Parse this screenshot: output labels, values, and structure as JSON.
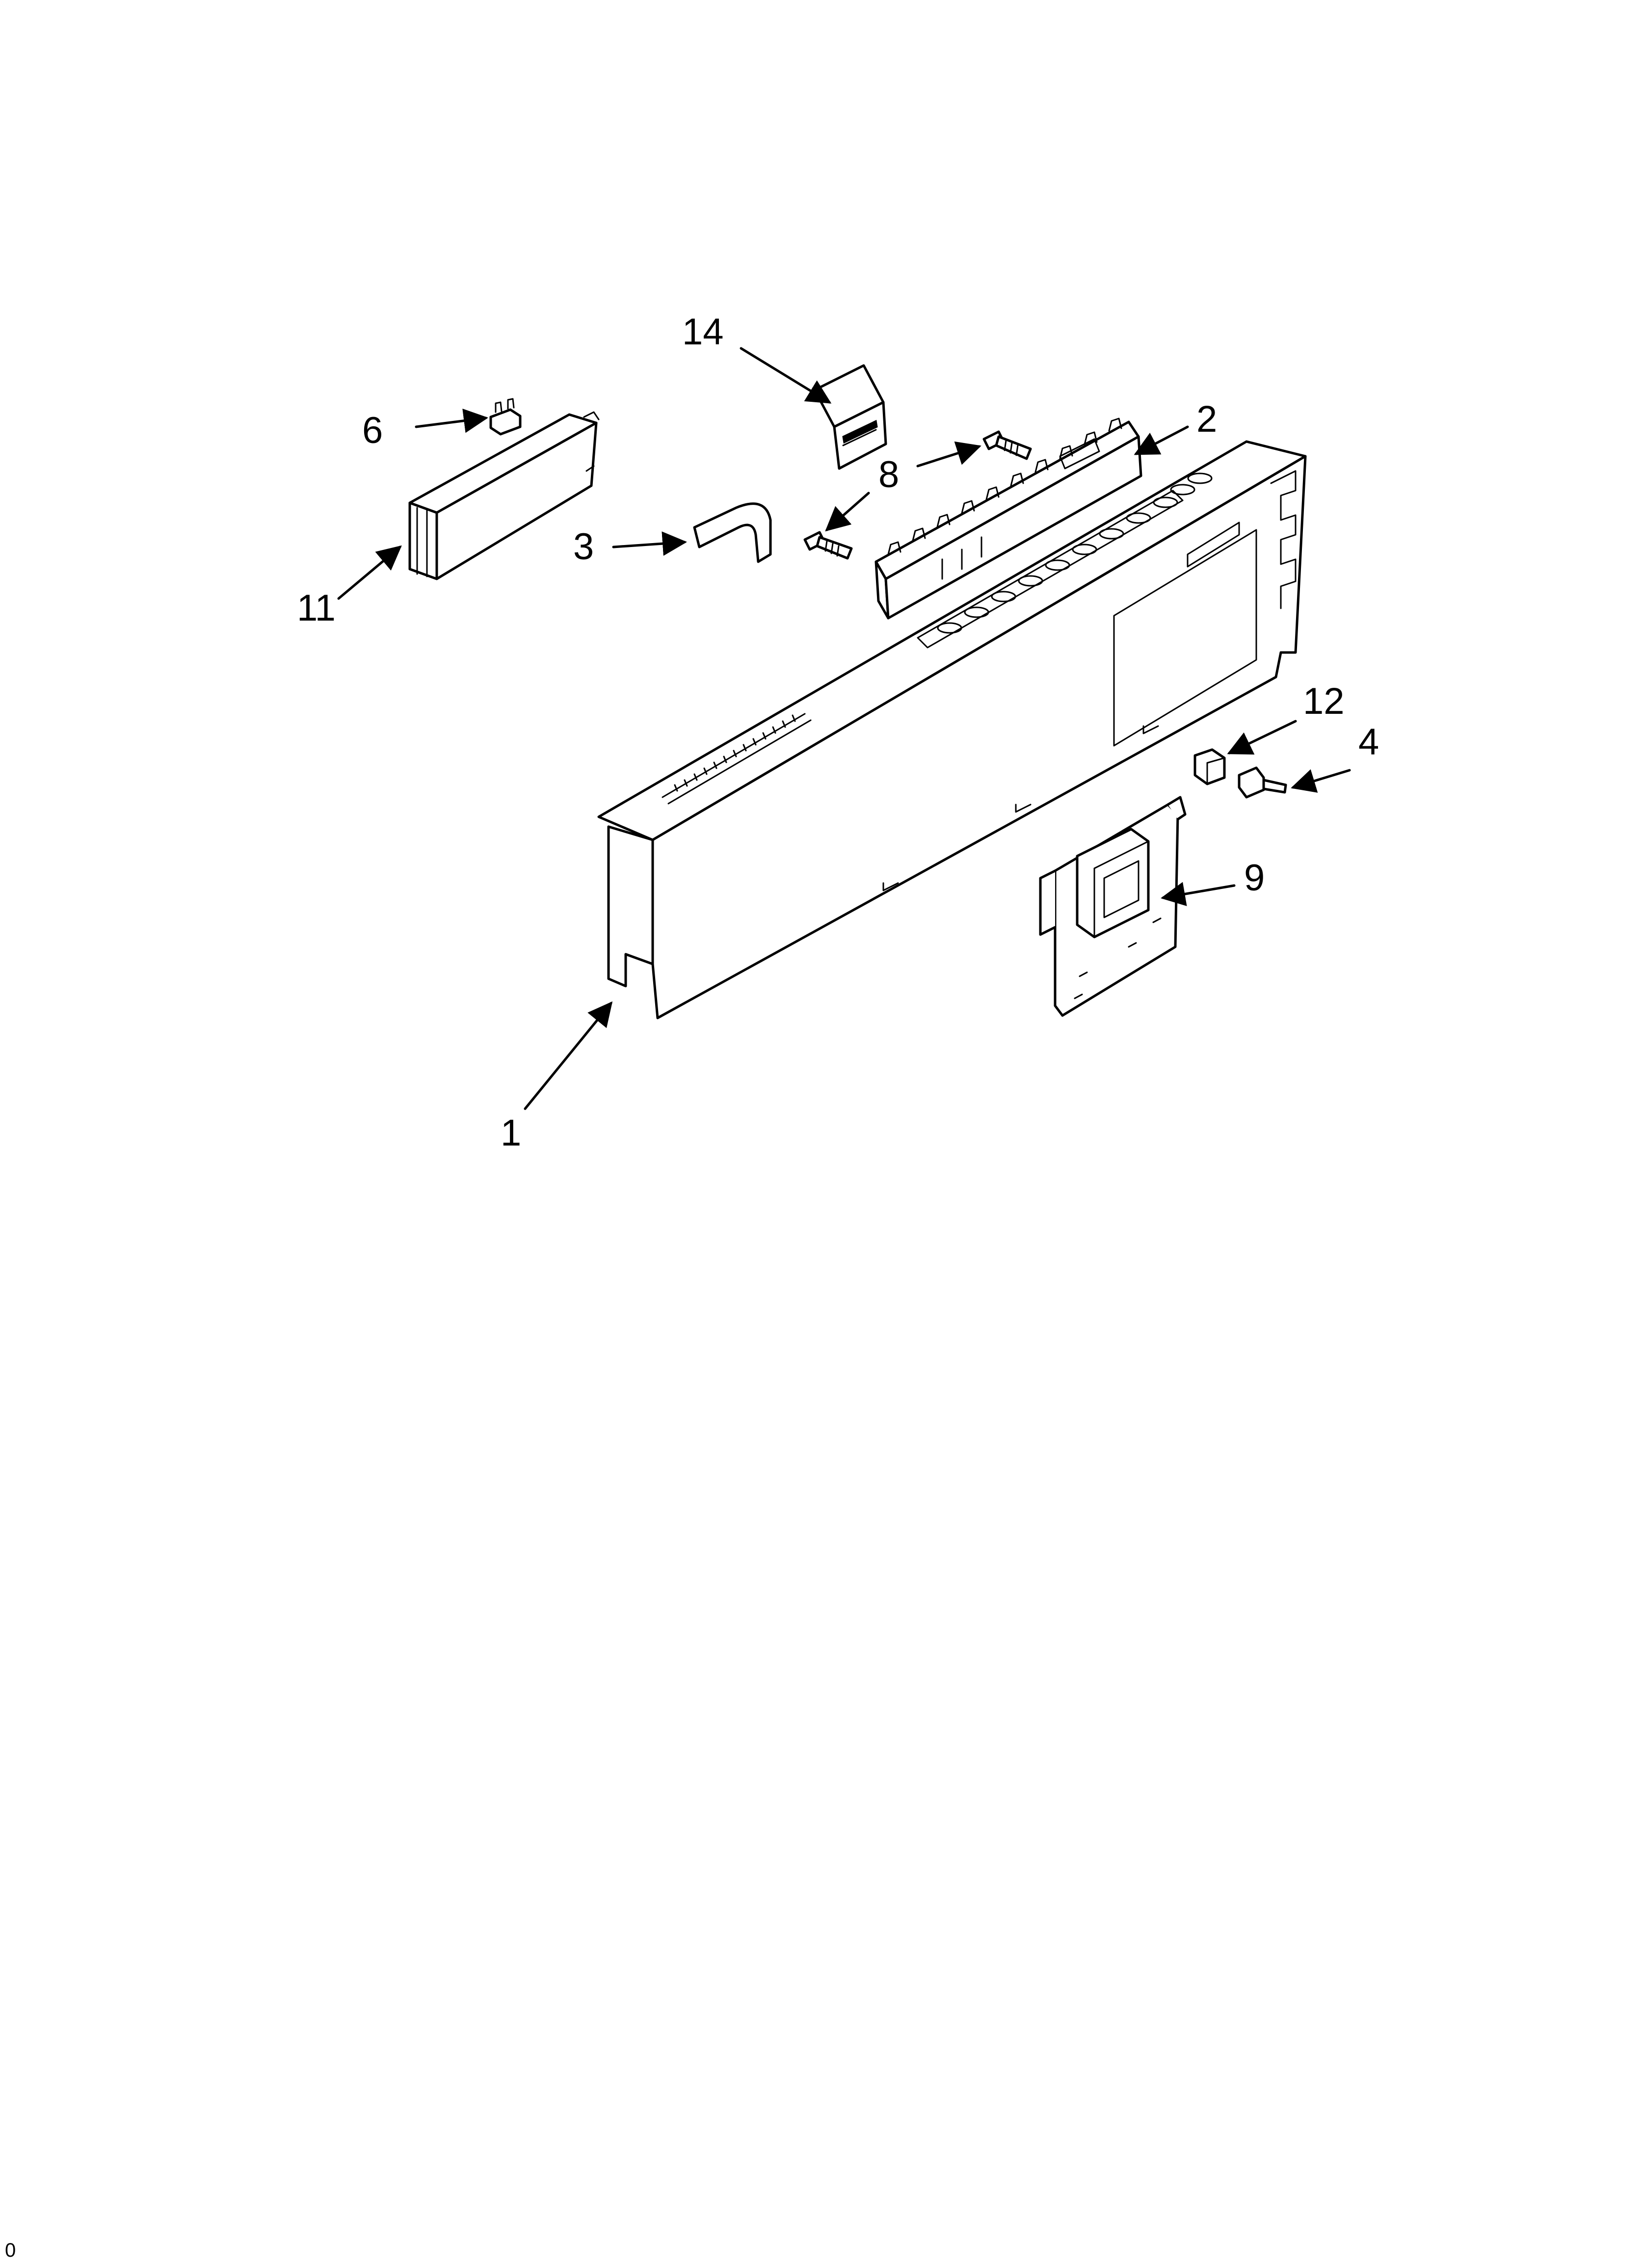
{
  "diagram": {
    "callouts": [
      {
        "id": "c14",
        "label": "14"
      },
      {
        "id": "c6",
        "label": "6"
      },
      {
        "id": "c2",
        "label": "2"
      },
      {
        "id": "c8",
        "label": "8"
      },
      {
        "id": "c3",
        "label": "3"
      },
      {
        "id": "c11",
        "label": "11"
      },
      {
        "id": "c12",
        "label": "12"
      },
      {
        "id": "c4",
        "label": "4"
      },
      {
        "id": "c9",
        "label": "9"
      },
      {
        "id": "c1",
        "label": "1"
      }
    ],
    "footer_id": "0"
  }
}
